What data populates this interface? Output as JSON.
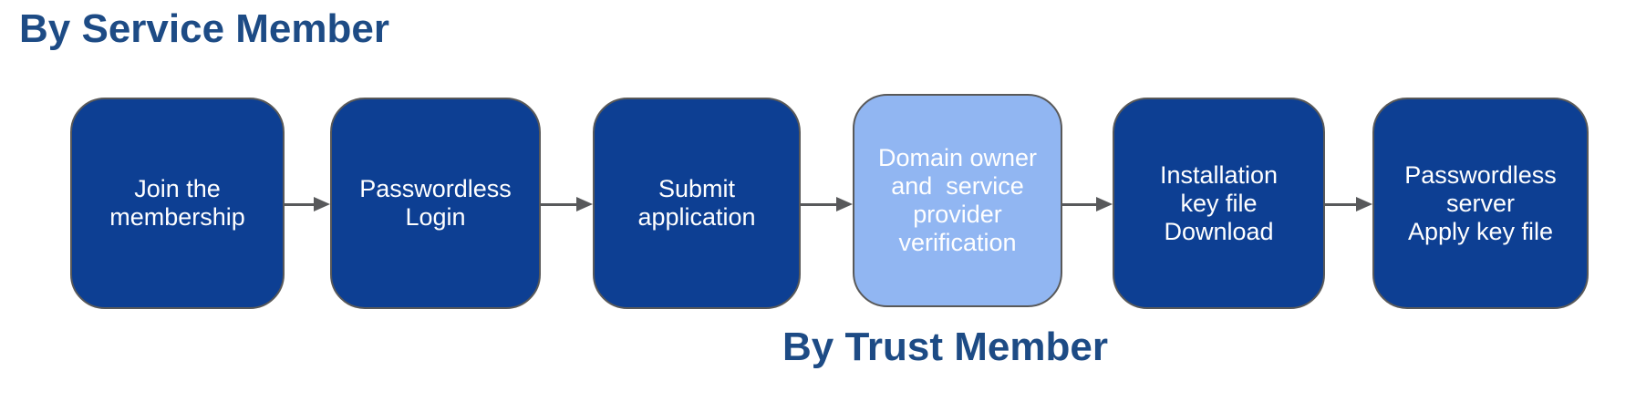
{
  "headings": {
    "top": "By Service Member",
    "bottom": "By Trust Member"
  },
  "colors": {
    "heading_text": "#1d4b85",
    "dark_step_fill": "#0d3f93",
    "light_step_fill": "#91b6f2",
    "step_border": "#595959",
    "step_text": "#ffffff",
    "arrow": "#58595b",
    "background": "#ffffff"
  },
  "flow": {
    "steps": [
      {
        "label": "Join the\nmembership",
        "variant": "dark"
      },
      {
        "label": "Passwordless\nLogin",
        "variant": "dark"
      },
      {
        "label": "Submit\napplication",
        "variant": "dark"
      },
      {
        "label": "Domain owner\nand  service\nprovider\nverification",
        "variant": "light"
      },
      {
        "label": "Installation\nkey file\nDownload",
        "variant": "dark"
      },
      {
        "label": "Passwordless\nserver\nApply key file",
        "variant": "dark"
      }
    ],
    "connector_count": 5,
    "connector_style": "right-arrow"
  }
}
